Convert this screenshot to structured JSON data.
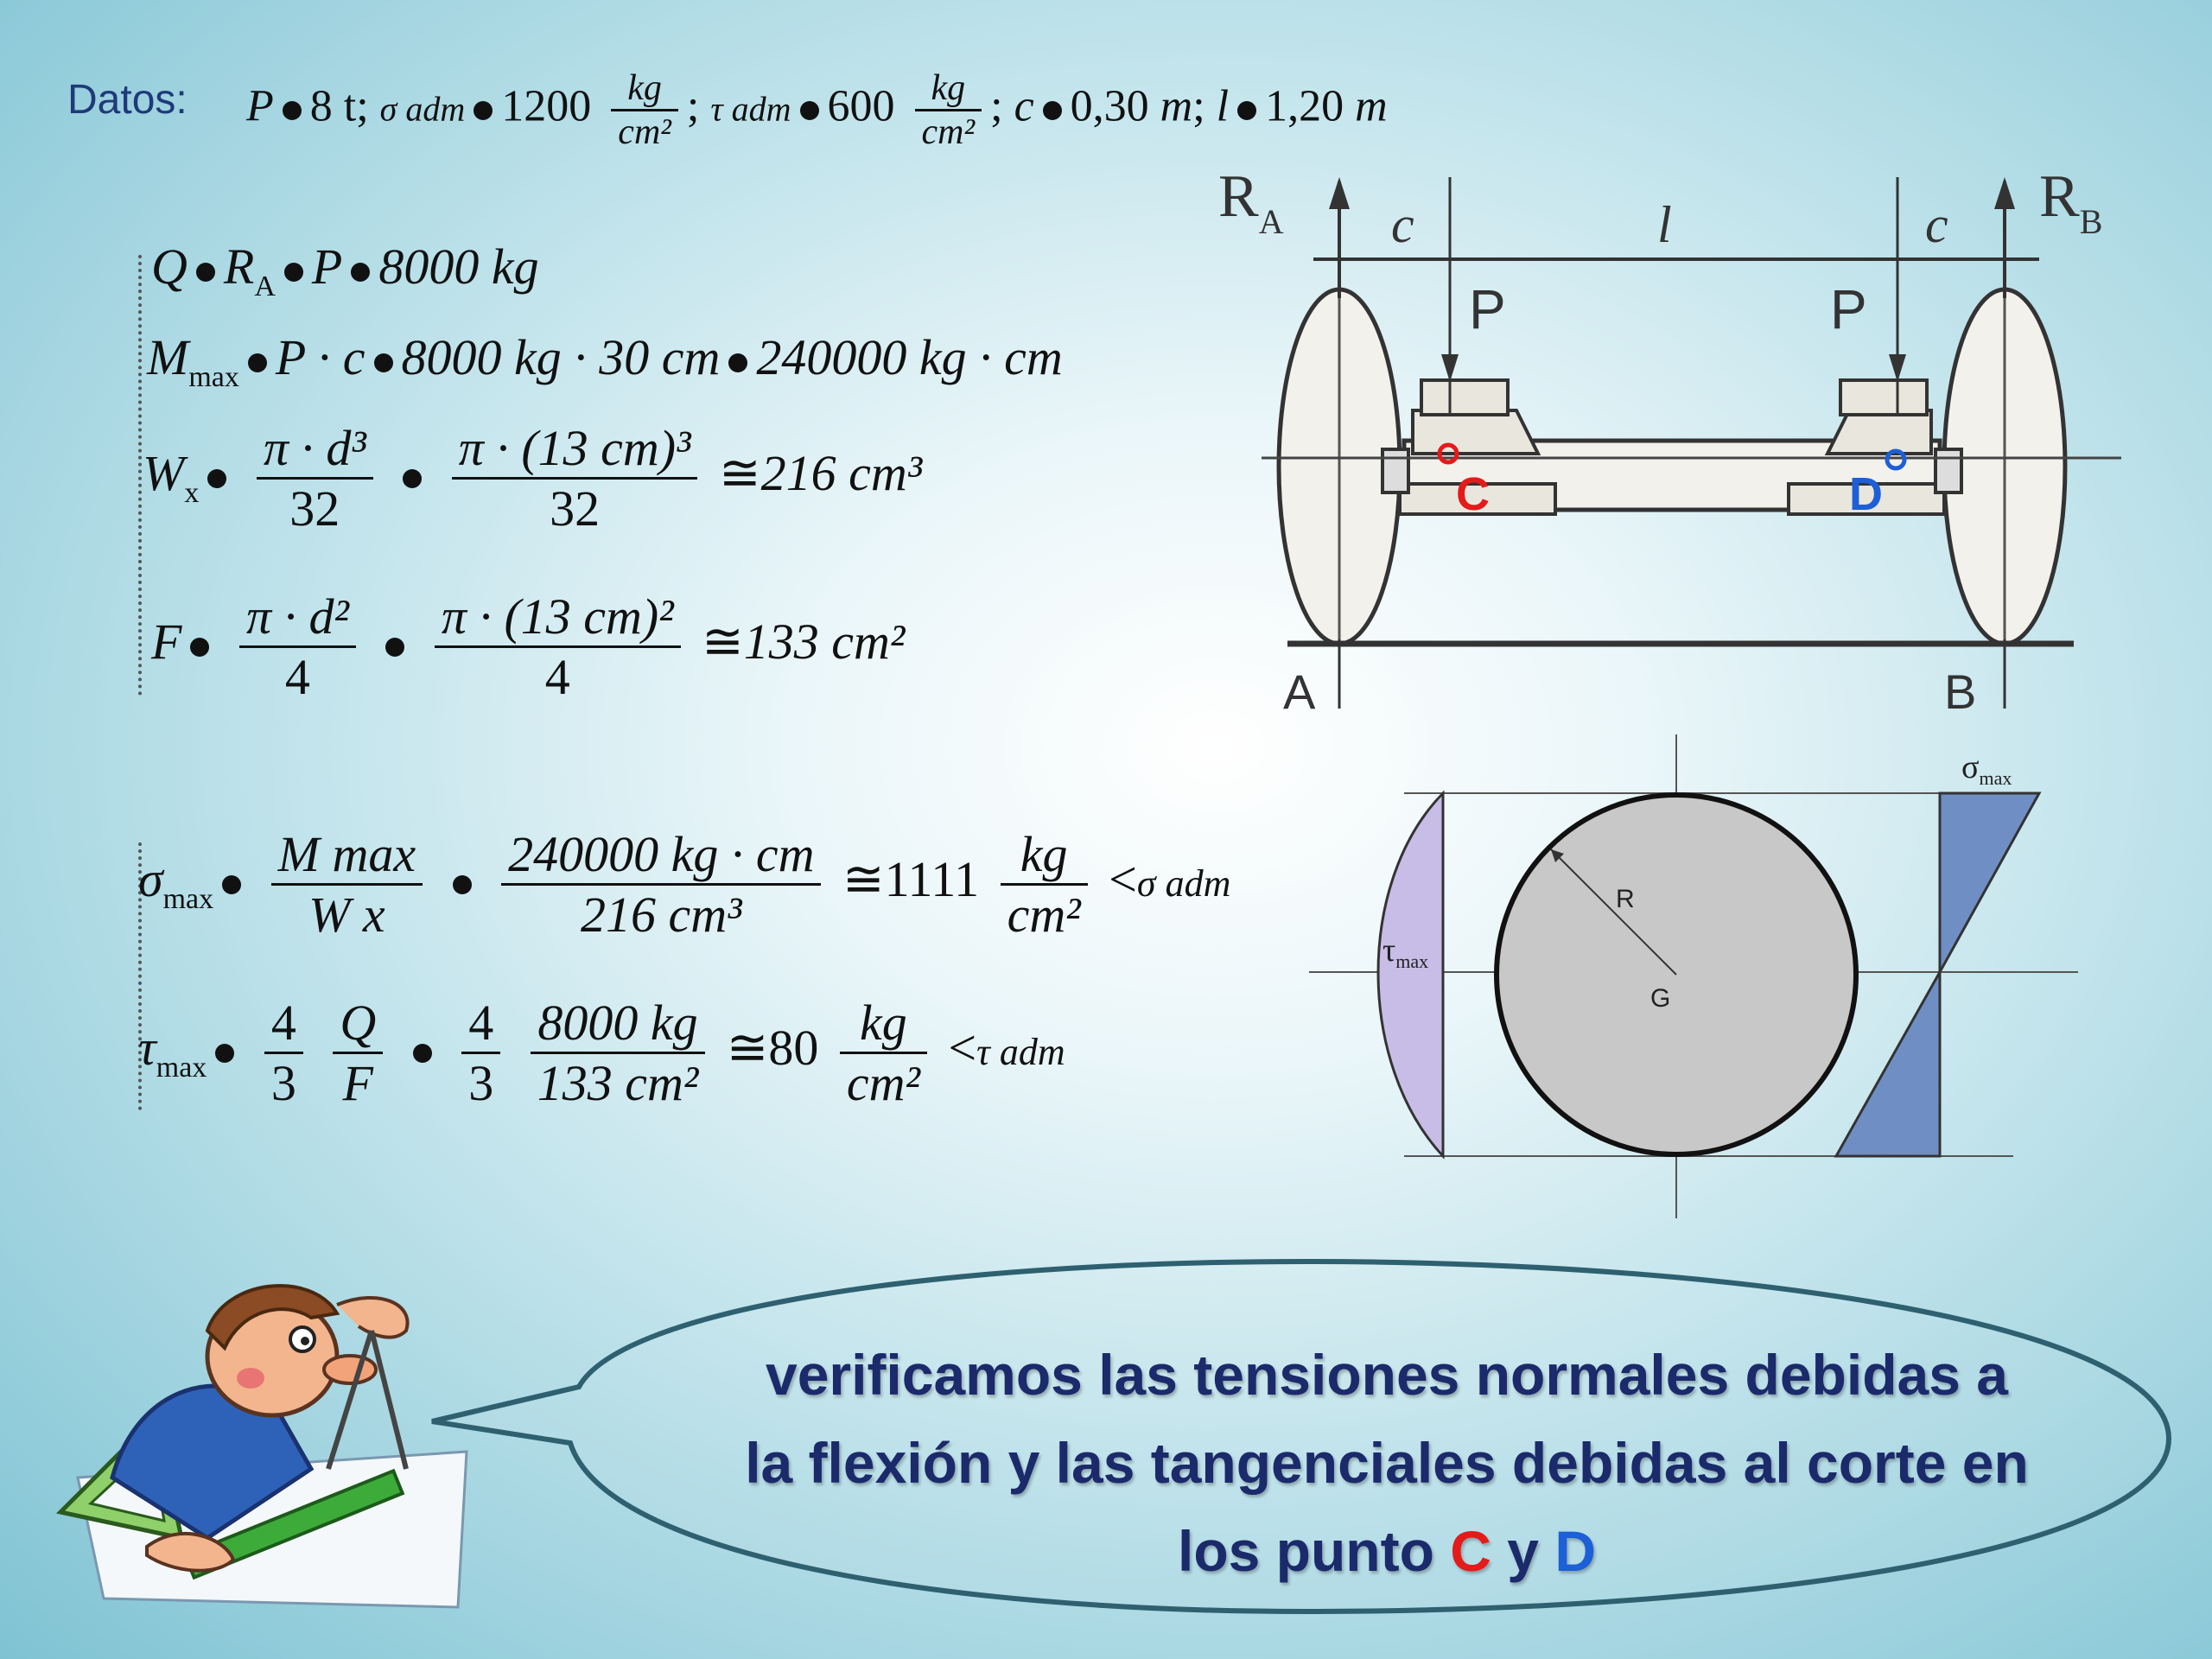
{
  "datos": {
    "label": "Datos:",
    "p_symbol": "P",
    "p_value": "8",
    "sigma_adm": "σ adm",
    "sigma_val": "1200",
    "kg": "kg",
    "cm2": "cm²",
    "tau_adm": "τ adm",
    "tau_val": "600",
    "c_symbol": "c",
    "c_val": "0,30",
    "m_unit": "m",
    "l_symbol": "l",
    "l_val": "1,20"
  },
  "eq": {
    "q_left": "Q",
    "ra": "R",
    "ra_sub": "A",
    "q_p": "P",
    "q_val": "8000 kg",
    "m_left": "M",
    "m_sub": "max",
    "m_expr": "P · c",
    "m_mid": "8000 kg · 30 cm",
    "m_val": "240000 kg · cm",
    "w_left": "W",
    "w_sub": "x",
    "w_num1": "π · d³",
    "w_den1": "32",
    "w_num2": "π · (13 cm)³",
    "w_den2": "32",
    "w_val": "216 cm³",
    "f_left": "F",
    "f_num1": "π · d²",
    "f_den1": "4",
    "f_num2": "π · (13 cm)²",
    "f_den2": "4",
    "f_val": "133 cm²",
    "s_left": "σ",
    "s_sub": "max",
    "s_num1": "M max",
    "s_den1": "W x",
    "s_num2": "240000 kg · cm",
    "s_den2": "216 cm³",
    "s_val": "1111",
    "s_unit_num": "kg",
    "s_unit_den": "cm²",
    "s_cmp": "σ adm",
    "t_left": "τ",
    "t_sub": "max",
    "t_num1": "4",
    "t_den1": "3",
    "t_num2": "Q",
    "t_den2": "F",
    "t_num3": "4",
    "t_den3": "3",
    "t_num4": "8000 kg",
    "t_den4": "133 cm²",
    "t_val": "80",
    "t_unit_num": "kg",
    "t_unit_den": "cm²",
    "t_cmp": "τ adm"
  },
  "axle": {
    "ra": "R",
    "ra_sub": "A",
    "rb": "R",
    "rb_sub": "B",
    "c_left": "c",
    "l": "l",
    "c_right": "c",
    "p_left": "P",
    "p_right": "P",
    "point_c": "C",
    "point_d": "D",
    "a": "A",
    "b": "B"
  },
  "section": {
    "sigma_max": "σ",
    "sigma_sub": "max",
    "tau_max": "τ",
    "tau_sub": "max",
    "r": "R",
    "g": "G"
  },
  "bubble": {
    "line1": "verificamos las tensiones normales debidas a",
    "line2": "la flexión y las tangenciales debidas al corte en",
    "line3_pre": "los punto",
    "c": "C",
    "y": "y",
    "d": "D"
  },
  "colors": {
    "point_c": "#e31b1b",
    "point_d": "#1c5fd6",
    "sigma_fill": "#6f8fc4",
    "tau_fill": "#c7bde6"
  }
}
